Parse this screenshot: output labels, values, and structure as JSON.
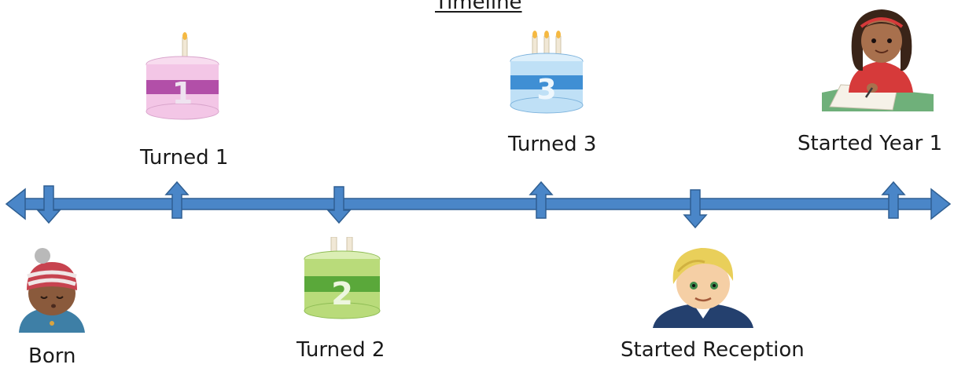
{
  "title": "Timeline",
  "events": [
    {
      "label": "Born",
      "position": "below",
      "image": "sleeping-baby"
    },
    {
      "label": "Turned 1",
      "position": "above",
      "image": "birthday-cake-1"
    },
    {
      "label": "Turned 2",
      "position": "below",
      "image": "birthday-cake-2"
    },
    {
      "label": "Turned 3",
      "position": "above",
      "image": "birthday-cake-3"
    },
    {
      "label": "Started Reception",
      "position": "below",
      "image": "schoolboy"
    },
    {
      "label": "Started Year 1",
      "position": "above",
      "image": "girl-writing"
    }
  ],
  "colors": {
    "line_fill": "#4a86c8",
    "line_stroke": "#2f5f92",
    "cake1": "#f3c6e6",
    "cake1_band": "#b24fa8",
    "cake2": "#b9db7a",
    "cake2_band": "#5aa83a",
    "cake3": "#bfe0f6",
    "cake3_band": "#3f8fd4"
  }
}
